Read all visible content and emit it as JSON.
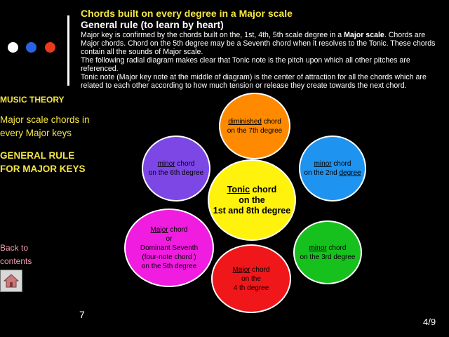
{
  "header": {
    "title": "Chords built on every degree in a Major scale",
    "subtitle": "General rule (to learn by heart)",
    "para1_a": "Major key is confirmed by the chords built on the, 1st, 4th, 5th scale degree in a ",
    "para1_bold": "Major scale",
    "para1_b": ". Chords are Major chords. Chord on the 5th degree may be a Seventh chord when it resolves to the Tonic. These chords contain all the sounds of Major scale.",
    "para2": "The following radial diagram makes clear that Tonic note is the pitch upon which all other pitches are referenced.",
    "para3": "Tonic note (Major key note at the middle of diagram) is the center of attraction for all the chords which are related to each other according to how much tension or release they create towards the next chord."
  },
  "colors": {
    "dot1": "#ffffff",
    "dot2": "#2a62e4",
    "dot3": "#e83a1c",
    "accent": "#f5e642"
  },
  "sidebar": {
    "music_theory": "MUSIC THEORY",
    "chords_line1": "Major scale chords in",
    "chords_line2": "every Major keys",
    "rule_line1": "GENERAL  RULE",
    "rule_line2": "FOR MAJOR KEYS",
    "back_line1": "Back to",
    "back_line2": "contents",
    "home_icon": "home-icon"
  },
  "diagram": {
    "center": {
      "l1_u": "Tonic",
      "l1_rest": " chord",
      "l2": "on the",
      "l3": "1st and 8th degree"
    },
    "seventh": {
      "l1_u": "diminished",
      "l1_rest": " chord",
      "l2": "on the 7th degree"
    },
    "sixth": {
      "l1_u": "minor",
      "l1_rest": " chord",
      "l2": "on the 6th degree"
    },
    "second": {
      "l1_u": "minor",
      "l1_rest": " chord",
      "l2_a": "on the 2nd ",
      "l2_u": "degree"
    },
    "fifth": {
      "l1_u": "Major",
      "l1_rest": " chord",
      "l2": "or",
      "l3": "Dominant Seventh",
      "l4": "(four-note chord )",
      "l5": "on the 5th degree"
    },
    "fourth": {
      "l1_u": "Major",
      "l1_rest": " chord",
      "l2": "on the",
      "l3": "4 th degree"
    },
    "third": {
      "l1_u": "minor",
      "l1_rest": " chord",
      "l2": "on the 3rd degree"
    }
  },
  "footer": {
    "page_number": "7",
    "slide_number": "4/9"
  }
}
